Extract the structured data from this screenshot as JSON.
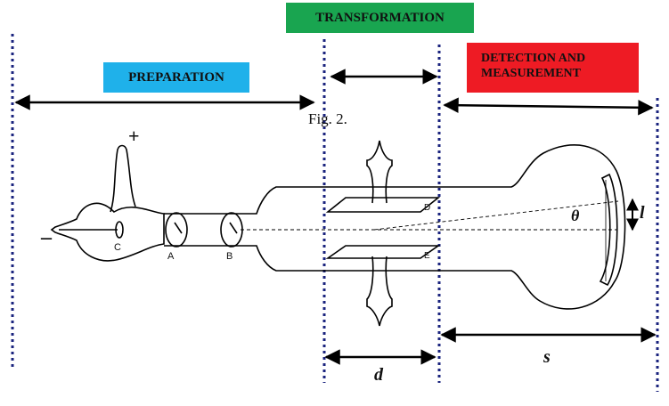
{
  "labels": {
    "preparation": "PREPARATION",
    "transformation": "TRANSFORMATION",
    "detection_line1": "DETECTION AND",
    "detection_line2": "MEASUREMENT",
    "fig": "Fig. 2.",
    "plus": "+",
    "minus": "–",
    "c": "C",
    "a": "A",
    "b": "B",
    "d_plate": "D",
    "e_plate": "E",
    "theta": "θ",
    "l": "l",
    "d": "d",
    "s": "s"
  },
  "colors": {
    "preparation": "#1fb1ea",
    "transformation": "#19a550",
    "detection": "#ee1b24",
    "divider": "#1a237e"
  }
}
